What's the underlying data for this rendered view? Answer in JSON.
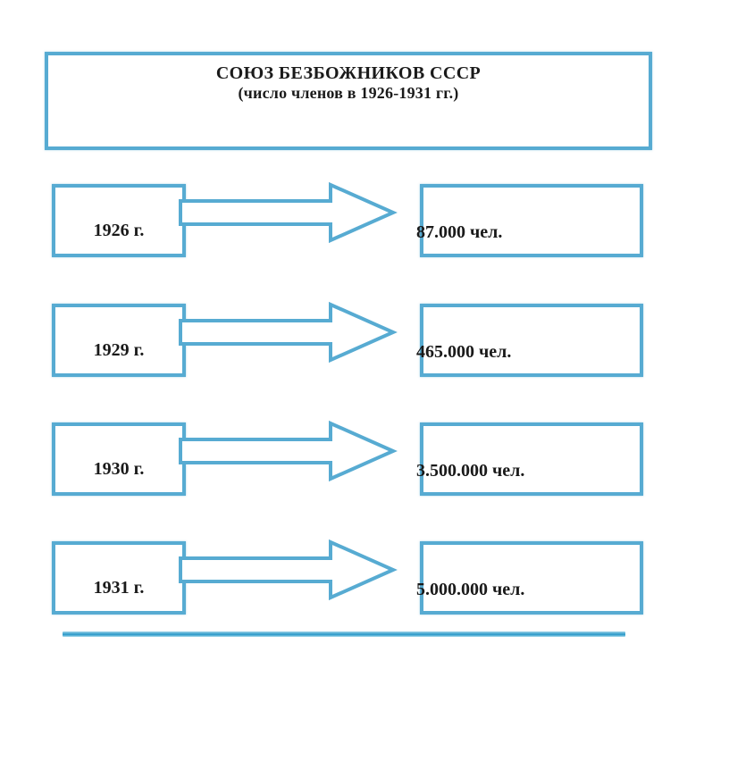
{
  "title": {
    "line1": "СОЮЗ БЕЗБОЖНИКОВ СССР",
    "line2": "(число членов в 1926-1931 гг.)"
  },
  "colors": {
    "border_blue": "#57ABD2",
    "rule_blue": "#3FA3CE",
    "text": "#1a1a1a",
    "background": "#ffffff"
  },
  "rows": [
    {
      "year": "1926 г.",
      "value": "87.000 чел.",
      "arrow": "right-arrow-icon"
    },
    {
      "year": "1929 г.",
      "value": "465.000 чел.",
      "arrow": "right-arrow-icon"
    },
    {
      "year": "1930 г.",
      "value": "3.500.000 чел.",
      "arrow": "right-arrow-icon"
    },
    {
      "year": "1931 г.",
      "value": "5.000.000 чел.",
      "arrow": "right-arrow-icon"
    }
  ],
  "chart_data": {
    "type": "table",
    "title": "СОЮЗ БЕЗБОЖНИКОВ СССР (число членов в 1926-1931 гг.)",
    "categories": [
      "1926 г.",
      "1929 г.",
      "1930 г.",
      "1931 г."
    ],
    "values": [
      87000,
      465000,
      3500000,
      5000000
    ],
    "value_labels": [
      "87.000 чел.",
      "465.000 чел.",
      "3.500.000 чел.",
      "5.000.000 чел."
    ],
    "xlabel": "",
    "ylabel": "число членов",
    "unit": "чел."
  }
}
